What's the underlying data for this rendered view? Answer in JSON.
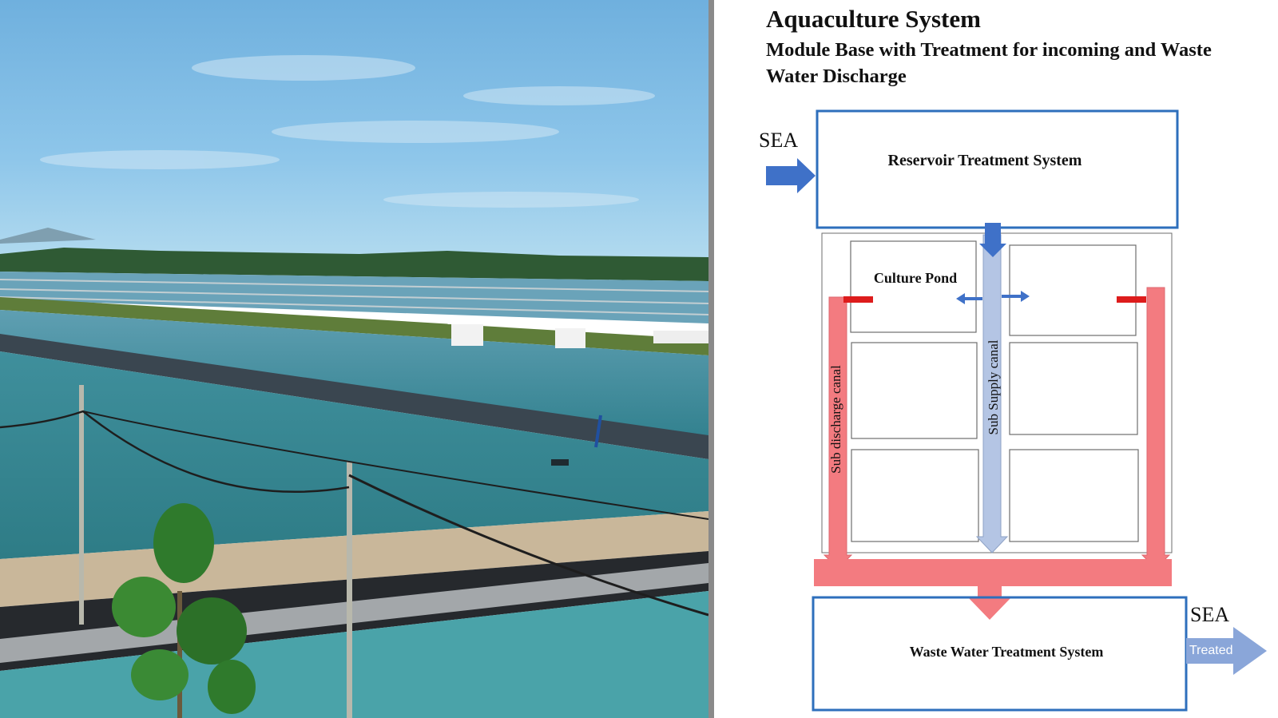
{
  "photo": {
    "description_icon": "aquaculture-ponds-photo"
  },
  "diagram": {
    "title": "Aquaculture System",
    "subtitle": "Module Base with Treatment for incoming and Waste Water Discharge",
    "sea_in_label": "SEA",
    "sea_out_label": "SEA",
    "treated_label": "Treated",
    "reservoir_label": "Reservoir Treatment System",
    "culture_pond_label": "Culture Pond",
    "sub_discharge_label": "Sub discharge canal",
    "sub_supply_label": "Sub Supply canal",
    "waste_label": "Waste Water Treatment System",
    "colors": {
      "box_border": "#2e6fbc",
      "inflow_arrow": "#3f71c8",
      "discharge": "#f37b80",
      "supply": "#b4c5e4",
      "valve": "#dd1c1c"
    }
  }
}
